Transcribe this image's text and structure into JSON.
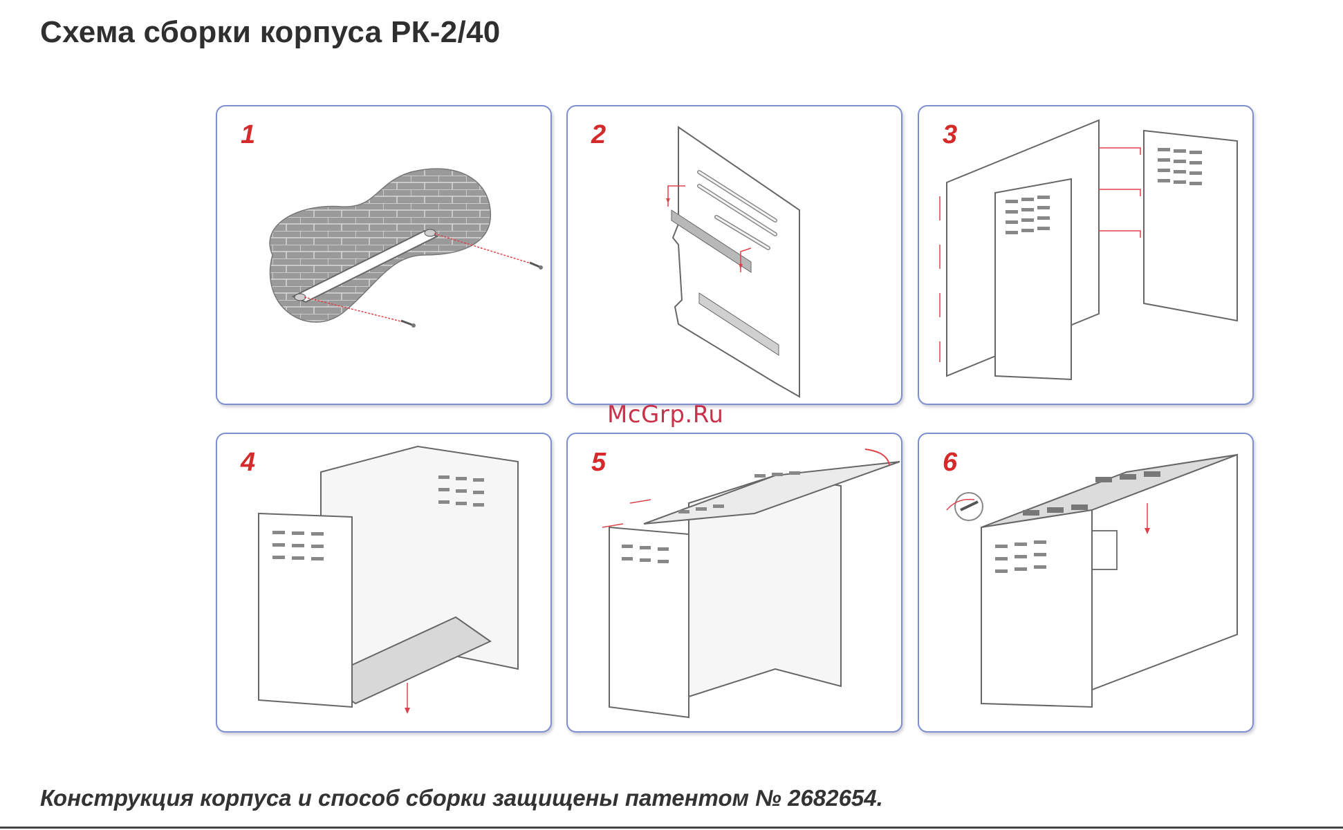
{
  "page": {
    "title": "Схема сборки корпуса РК-2/40",
    "footnote": "Конструкция корпуса и способ сборки защищены патентом № 2682654.",
    "watermark": "McGrp.Ru"
  },
  "steps": [
    {
      "number": "1"
    },
    {
      "number": "2"
    },
    {
      "number": "3"
    },
    {
      "number": "4"
    },
    {
      "number": "5"
    },
    {
      "number": "6"
    }
  ],
  "colors": {
    "panel_border": "#7d8fd0",
    "step_number": "#d42a2a",
    "arrow": "#e0404a",
    "sheet_fill": "#e2e2e2",
    "sheet_stroke": "#666666"
  }
}
